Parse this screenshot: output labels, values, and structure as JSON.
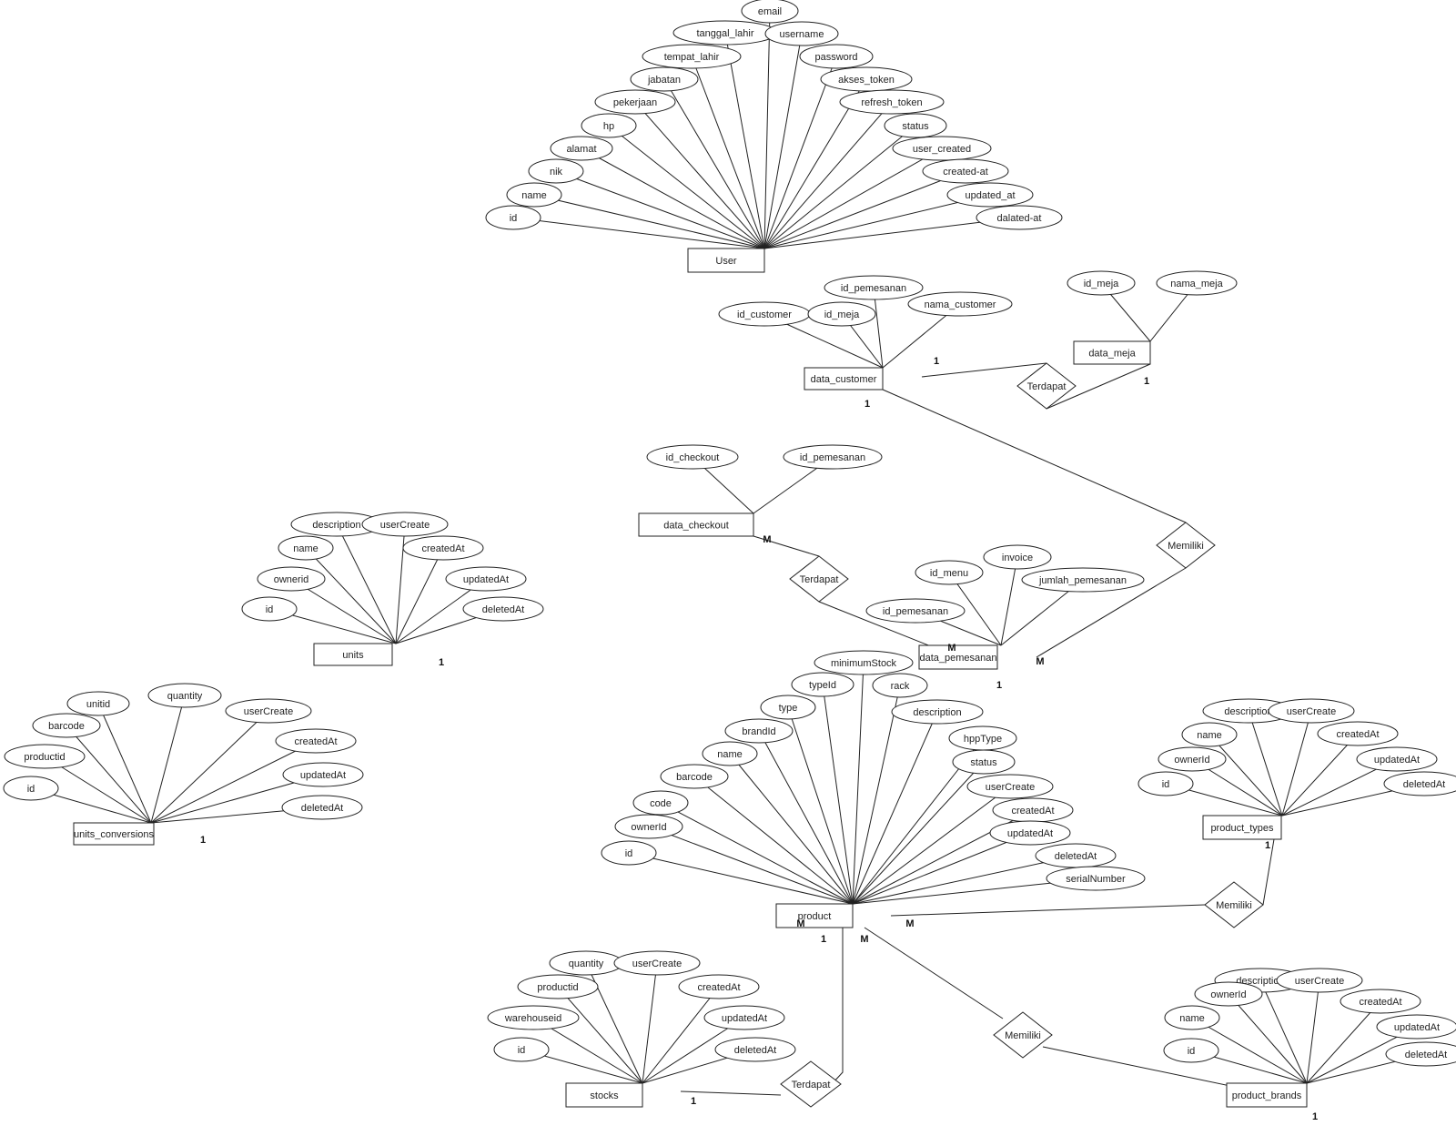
{
  "entities": {
    "user": {
      "name": "User",
      "attributes": [
        "email",
        "tanggal_lahir",
        "username",
        "tempat_lahir",
        "password",
        "jabatan",
        "akses_token",
        "pekerjaan",
        "refresh_token",
        "hp",
        "status",
        "alamat",
        "user_created",
        "nik",
        "created-at",
        "name",
        "updated_at",
        "id",
        "dalated-at"
      ]
    },
    "data_customer": {
      "name": "data_customer",
      "attributes": [
        "id_customer",
        "id_meja",
        "id_pemesanan",
        "nama_customer"
      ]
    },
    "data_meja": {
      "name": "data_meja",
      "attributes": [
        "id_meja",
        "nama_meja"
      ]
    },
    "data_checkout": {
      "name": "data_checkout",
      "attributes": [
        "id_checkout",
        "id_pemesanan"
      ]
    },
    "data_pemesanan": {
      "name": "data_pemesanan",
      "attributes": [
        "id_menu",
        "invoice",
        "jumlah_pemesanan",
        "id_pemesanan"
      ]
    },
    "units": {
      "name": "units",
      "attributes": [
        "description",
        "userCreate",
        "name",
        "createdAt",
        "ownerid",
        "updatedAt",
        "id",
        "deletedAt"
      ]
    },
    "units_conversions": {
      "name": "units_conversions",
      "attributes": [
        "unitid",
        "quantity",
        "barcode",
        "userCreate",
        "productid",
        "createdAt",
        "id",
        "updatedAt",
        "deletedAt"
      ]
    },
    "product": {
      "name": "product",
      "attributes": [
        "minimumStock",
        "typeId",
        "rack",
        "type",
        "description",
        "brandId",
        "hppType",
        "name",
        "status",
        "barcode",
        "userCreate",
        "code",
        "createdAt",
        "ownerId",
        "updatedAt",
        "id",
        "deletedAt",
        "serialNumber"
      ]
    },
    "product_types": {
      "name": "product_types",
      "attributes": [
        "description",
        "userCreate",
        "name",
        "createdAt",
        "ownerId",
        "updatedAt",
        "id",
        "deletedAt"
      ]
    },
    "stocks": {
      "name": "stocks",
      "attributes": [
        "quantity",
        "userCreate",
        "productid",
        "createdAt",
        "warehouseid",
        "updatedAt",
        "id",
        "deletedAt"
      ]
    },
    "product_brands": {
      "name": "product_brands",
      "attributes": [
        "description",
        "userCreate",
        "ownerId",
        "createdAt",
        "name",
        "updatedAt",
        "id",
        "deletedAt"
      ]
    }
  },
  "relationships": {
    "terdapat_meja": "Terdapat",
    "memiliki_pemesanan": "Memiliki",
    "terdapat_checkout": "Terdapat",
    "memiliki_types": "Memiliki",
    "memiliki_brands": "Memiliki",
    "terdapat_stocks": "Terdapat"
  },
  "cardinalities": {
    "customer_meja_side": "1",
    "meja_side": "1",
    "customer_pemesanan_side": "1",
    "checkout_side": "M",
    "pemesanan_checkout_side": "M",
    "pemesanan_customer_side": "M",
    "pemesanan_below": "1",
    "units_side": "1",
    "units_conversions_side": "1",
    "product_types_side": "1",
    "product_left": "M",
    "product_right": "M",
    "product_bottom_1": "1",
    "product_bottom_m": "M",
    "stocks_side": "1",
    "product_brands_side": "1"
  }
}
